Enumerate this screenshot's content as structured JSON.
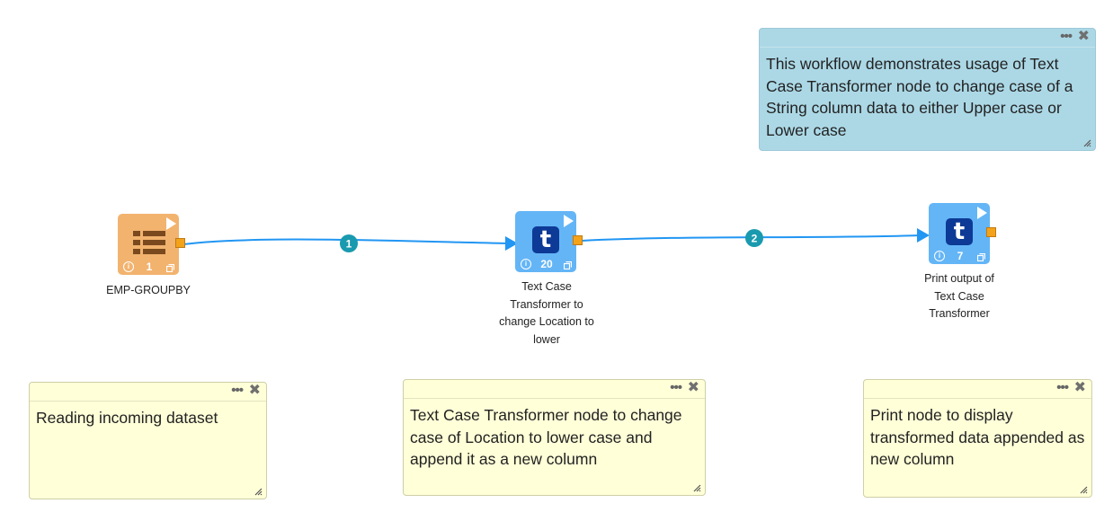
{
  "workflow": {
    "nodes": [
      {
        "id": "emp-groupby",
        "type": "dataset",
        "label": "EMP-GROUPBY",
        "count": "1",
        "color": "#f2b36f",
        "icon": "table-icon"
      },
      {
        "id": "text-case-transformer",
        "type": "transform",
        "label": "Text Case Transformer to change Location to lower",
        "count": "20",
        "color": "#64b5f6",
        "icon": "t-icon"
      },
      {
        "id": "print-output",
        "type": "print",
        "label": "Print output of Text Case Transformer",
        "count": "7",
        "color": "#64b5f6",
        "icon": "t-icon"
      }
    ],
    "edges": [
      {
        "from": "emp-groupby",
        "to": "text-case-transformer",
        "badge": "1"
      },
      {
        "from": "text-case-transformer",
        "to": "print-output",
        "badge": "2"
      }
    ],
    "edge_color": "#2196f3",
    "badge_color": "#1a9aae",
    "port_color": "#f4a21a"
  },
  "notes": {
    "description": "This workflow demonstrates usage of Text Case Transformer node to change case of a String column data to either Upper case or Lower case",
    "reading": "Reading incoming dataset",
    "transformer": "Text Case Transformer node to change case of Location to lower case and append it as a new column",
    "print": "Print node to display transformed data appended as new column"
  },
  "note_menu": {
    "dots": "•••",
    "close": "✖"
  }
}
